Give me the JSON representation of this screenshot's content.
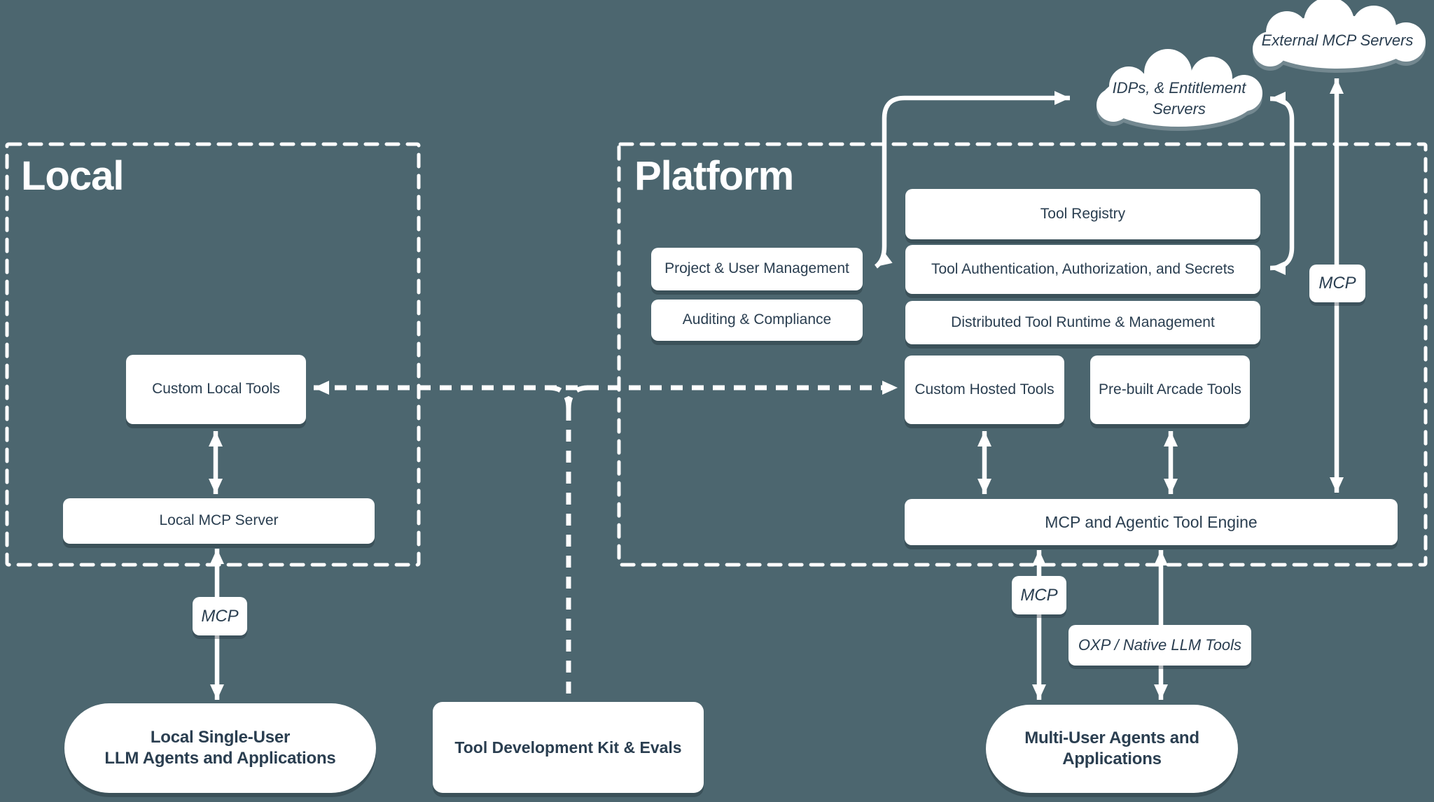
{
  "colors": {
    "background": "#4c666f",
    "box_fill": "#ffffff",
    "text": "#2a3e50",
    "line": "#ffffff"
  },
  "regions": {
    "local": {
      "title": "Local"
    },
    "platform": {
      "title": "Platform"
    }
  },
  "clouds": {
    "external_mcp": {
      "label": "External MCP Servers"
    },
    "idps": {
      "line1": "IDPs, & Entitlement",
      "line2": "Servers"
    }
  },
  "boxes": {
    "custom_local_tools": "Custom Local Tools",
    "local_mcp_server": "Local MCP Server",
    "tool_registry": "Tool Registry",
    "project_user_management": "Project & User Management",
    "tool_auth": "Tool Authentication, Authorization, and Secrets",
    "auditing_compliance": "Auditing & Compliance",
    "distributed_runtime": "Distributed Tool Runtime & Management",
    "custom_hosted_tools": "Custom Hosted Tools",
    "prebuilt_arcade_tools": "Pre-built Arcade Tools",
    "mcp_engine": "MCP and Agentic Tool Engine",
    "tool_dev_kit": "Tool Development Kit & Evals"
  },
  "pills": {
    "local_single_user": {
      "line1": "Local Single-User",
      "line2": "LLM Agents and Applications"
    },
    "multi_user": {
      "line1": "Multi-User Agents and",
      "line2": "Applications"
    }
  },
  "labels": {
    "mcp_local": "MCP",
    "mcp_external": "MCP",
    "mcp_multi_user": "MCP",
    "oxp": "OXP / Native LLM Tools"
  }
}
